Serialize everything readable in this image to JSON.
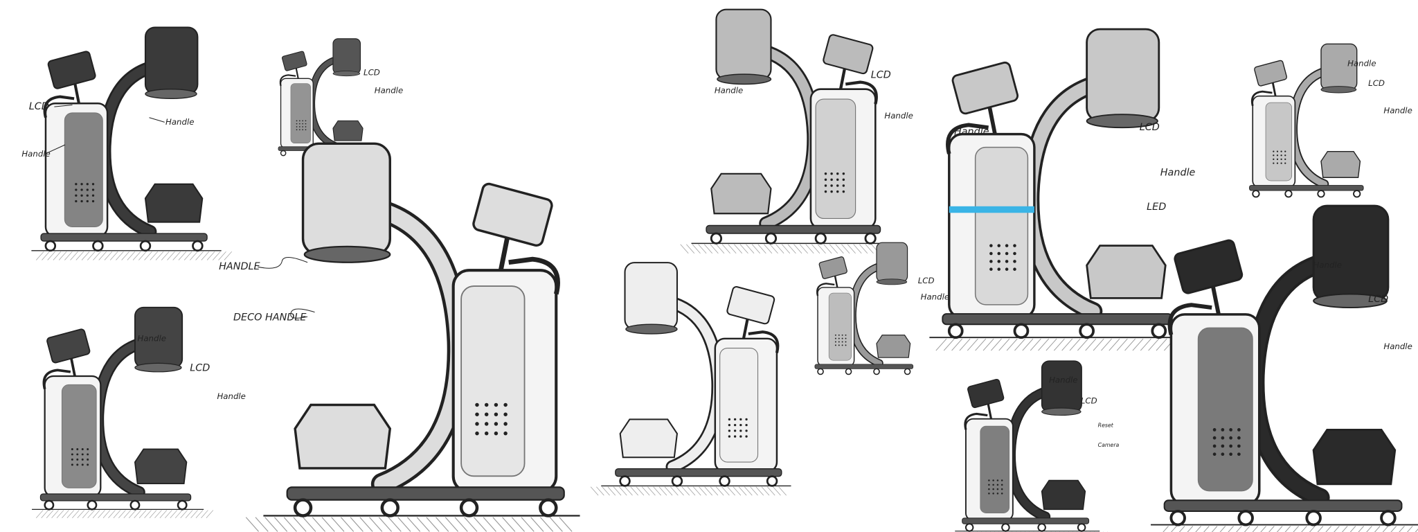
{
  "title": "Mobile C-arm concept sketches",
  "sketches": [
    {
      "id": "sketch-1",
      "labels": [
        "LCD",
        "Handle",
        "Handle"
      ],
      "shade": "#3a3a3a"
    },
    {
      "id": "sketch-2",
      "labels": [
        "LCD",
        "Handle"
      ],
      "shade": "#555555"
    },
    {
      "id": "sketch-3",
      "labels": [
        "HANDLE",
        "DECO HANDLE"
      ],
      "shade": "#dddddd"
    },
    {
      "id": "sketch-4",
      "labels": [
        "Handle",
        "LCD",
        "Handle"
      ],
      "shade": "#444444"
    },
    {
      "id": "sketch-5",
      "labels": [
        "Handle",
        "LCD",
        "Handle"
      ],
      "shade": "#bbbbbb"
    },
    {
      "id": "sketch-6",
      "labels": [],
      "shade": "#eeeeee"
    },
    {
      "id": "sketch-7",
      "labels": [
        "LCD",
        "Handle"
      ],
      "shade": "#999999"
    },
    {
      "id": "sketch-8",
      "labels": [
        "Handle",
        "LCD",
        "Handle",
        "LED"
      ],
      "shade": "#c8c8c8"
    },
    {
      "id": "sketch-9",
      "labels": [
        "Handle",
        "LCD",
        "Handle"
      ],
      "shade": "#aaaaaa"
    },
    {
      "id": "sketch-10",
      "labels": [
        "Handle",
        "LCD",
        "Reset",
        "Camera"
      ],
      "shade": "#333333"
    },
    {
      "id": "sketch-11",
      "labels": [
        "Handle",
        "LCD",
        "Handle"
      ],
      "shade": "#2a2a2a"
    }
  ],
  "colors": {
    "ink": "#222222",
    "led": "#3ab4e6"
  }
}
